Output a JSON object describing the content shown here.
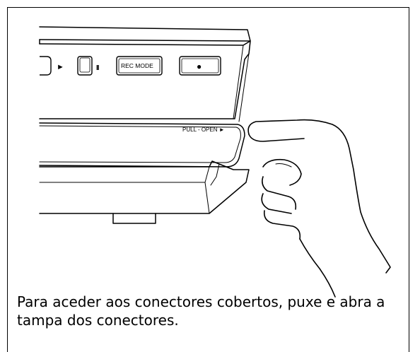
{
  "panel": {
    "buttons": {
      "play_symbol": "►",
      "pause_symbol": "II",
      "rec_mode_label": "REC MODE",
      "record_symbol": "●"
    },
    "cover_label": "PULL - OPEN ►"
  },
  "caption": {
    "text": "Para aceder aos conectores cobertos, puxe e abra a tampa dos conectores."
  }
}
